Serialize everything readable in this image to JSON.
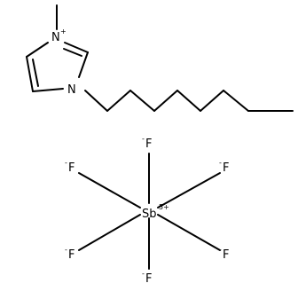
{
  "cation": {
    "ring_nitrogen_methyl": {
      "symbol": "N",
      "charge": "+"
    },
    "ring_nitrogen_octyl": {
      "symbol": "N",
      "charge": ""
    }
  },
  "anion": {
    "center": {
      "symbol": "Sb",
      "charge": "5+"
    },
    "ligands": [
      {
        "symbol": "F",
        "charge": "-"
      },
      {
        "symbol": "F",
        "charge": "-"
      },
      {
        "symbol": "F",
        "charge": "-"
      },
      {
        "symbol": "F",
        "charge": "-"
      },
      {
        "symbol": "F",
        "charge": "-"
      },
      {
        "symbol": "F",
        "charge": "-"
      }
    ]
  },
  "colors": {
    "ink": "#000000",
    "background": "#ffffff"
  }
}
